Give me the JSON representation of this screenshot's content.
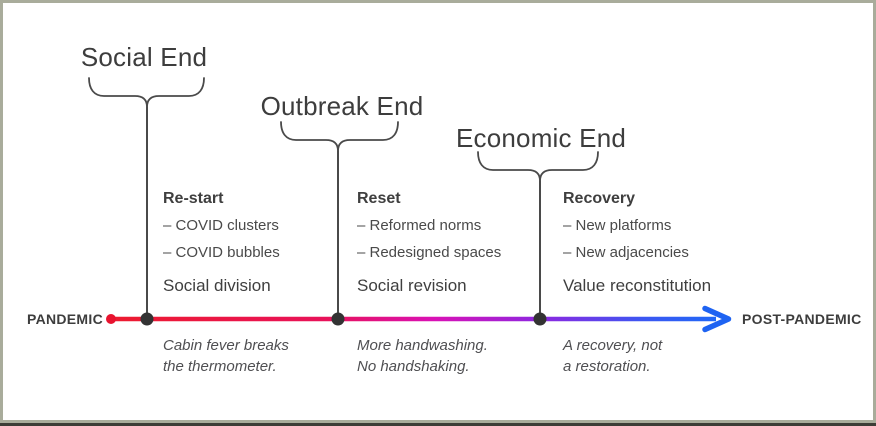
{
  "canvas": {
    "background": "#ffffff",
    "frame_color": "#a9ac9b",
    "bottom_bar_color": "#3d3d37"
  },
  "timeline": {
    "start_label": "PANDEMIC",
    "end_label": "POST-PANDEMIC",
    "start_dot_color": "#e8132f",
    "node_color": "#333333",
    "arrow_color": "#1e63f2",
    "line_color": "#4a4a4a",
    "gradient_stops": {
      "s0": "#ed1b2f",
      "s1": "#e8125a",
      "s2": "#d911b5",
      "s3": "#8e27e0",
      "s4": "#3b57f2",
      "s5": "#1b6cf7"
    }
  },
  "milestones": [
    {
      "title": "Social End",
      "heading": "Re-start",
      "bullets": [
        "– COVID clusters",
        "– COVID bubbles"
      ],
      "summary": "Social division",
      "caption_line1": "Cabin fever breaks",
      "caption_line2": "the thermometer."
    },
    {
      "title": "Outbreak End",
      "heading": "Reset",
      "bullets": [
        "– Reformed norms",
        "– Redesigned spaces"
      ],
      "summary": "Social revision",
      "caption_line1": "More handwashing.",
      "caption_line2": "No handshaking."
    },
    {
      "title": "Economic End",
      "heading": "Recovery",
      "bullets": [
        "– New platforms",
        "– New adjacencies"
      ],
      "summary": "Value reconstitution",
      "caption_line1": "A recovery, not",
      "caption_line2": "a restoration."
    }
  ]
}
